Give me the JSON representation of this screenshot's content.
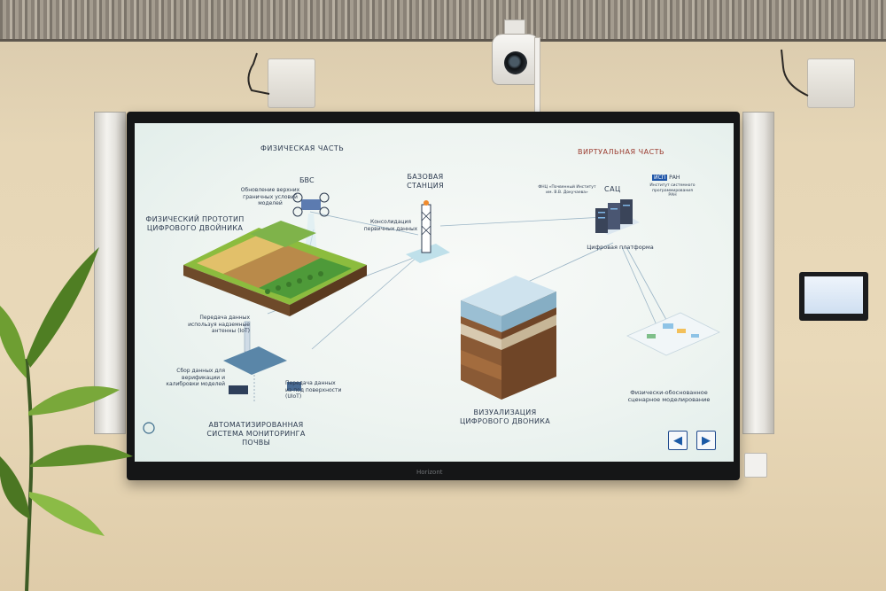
{
  "screen": {
    "headings": {
      "physical": "ФИЗИЧЕСКАЯ ЧАСТЬ",
      "virtual": "ВИРТУАЛЬНАЯ ЧАСТЬ"
    },
    "labels": {
      "bvs": "БВС",
      "base_station": "БАЗОВАЯ\nСТАНЦИЯ",
      "update": "Обновление верхних\nграничных условий\nмоделей",
      "prototype": "ФИЗИЧЕСКИЙ ПРОТОТИП\nЦИФРОВОГО ДВОЙНИКА",
      "consolidation": "Консолидация\nпервичных данных",
      "sac": "САЦ",
      "org1": "ФНЦ «Почвенный Институт\nим. В.В. Докучаева»",
      "org2_badge": "ИСП",
      "org2_badge_suffix": "РАН",
      "org2": "Институт системного\nпрограммирования\nРАН",
      "platform": "Цифровая платформа",
      "transfer_ground": "Передача данных\nиспользуя надземные\nантенны (IoT)",
      "collect": "Сбор данных для\nверификации и\nкалибровки моделей",
      "transfer_under": "Передача данных\nиз-под поверхности\n(UIoT)",
      "monitoring": "АВТОМАТИЗИРОВАННАЯ\nСИСТЕМА МОНИТОРИНГА\nПОЧВЫ",
      "visualization": "ВИЗУАЛИЗАЦИЯ\nЦИФРОВОГО ДВОНИКА",
      "scenario": "Физически-обоснованное\nсценарное моделирование"
    },
    "nav": {
      "prev": "◀",
      "next": "▶"
    }
  },
  "tv_brand": "Horizont"
}
